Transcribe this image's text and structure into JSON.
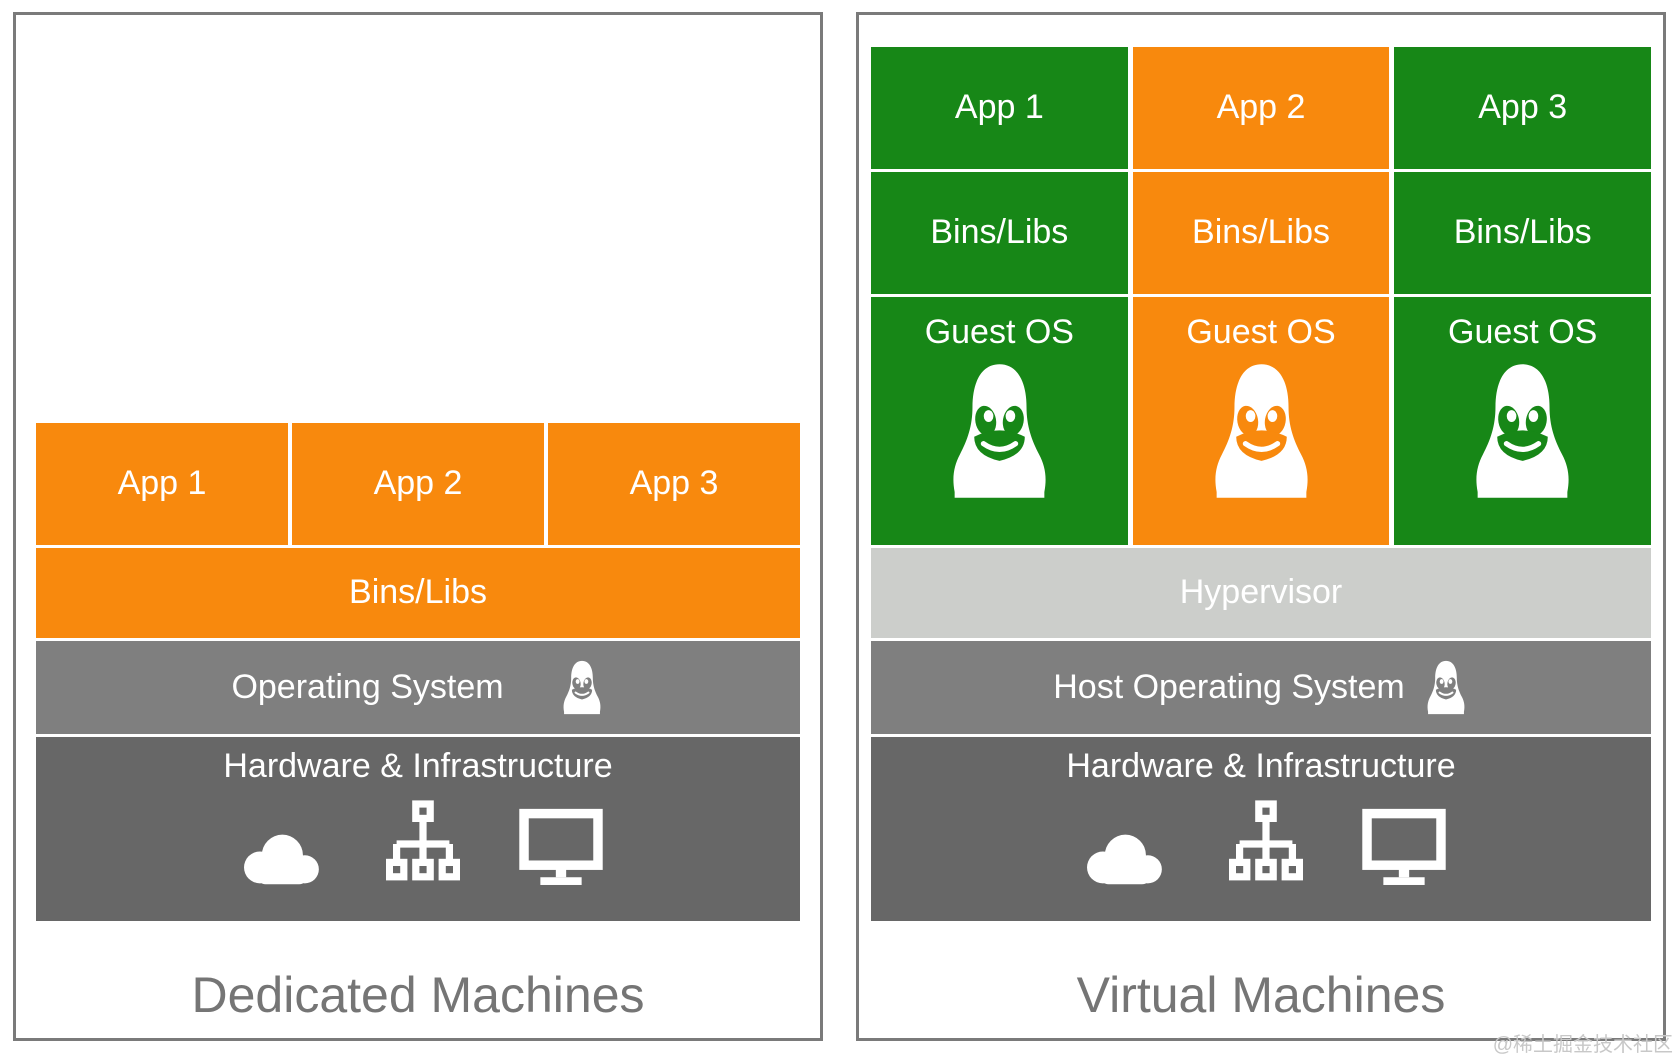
{
  "left_panel": {
    "title": "Dedicated Machines",
    "apps": [
      "App 1",
      "App 2",
      "App 3"
    ],
    "bins_label": "Bins/Libs",
    "os_label": "Operating System",
    "hardware_label": "Hardware & Infrastructure"
  },
  "right_panel": {
    "title": "Virtual Machines",
    "columns": [
      {
        "color": "green",
        "app": "App 1",
        "bins": "Bins/Libs",
        "guest_os": "Guest OS"
      },
      {
        "color": "orange",
        "app": "App 2",
        "bins": "Bins/Libs",
        "guest_os": "Guest OS"
      },
      {
        "color": "green",
        "app": "App 3",
        "bins": "Bins/Libs",
        "guest_os": "Guest OS"
      }
    ],
    "hypervisor_label": "Hypervisor",
    "host_os_label": "Host Operating System",
    "hardware_label": "Hardware & Infrastructure"
  },
  "watermark": "@稀土掘金技术社区",
  "colors": {
    "orange": "#F8890D",
    "green": "#178717",
    "light_gray": "#CCCECB",
    "mid_gray": "#7F7F7F",
    "dark_gray": "#676767",
    "border_gray": "#7A7A7A",
    "title_gray": "#757575",
    "watermark_gray": "#C8C8C8"
  },
  "icons": {
    "tux": "linux-tux-penguin-icon",
    "cloud": "cloud-icon",
    "network": "network-nodes-icon",
    "monitor": "monitor-icon"
  }
}
